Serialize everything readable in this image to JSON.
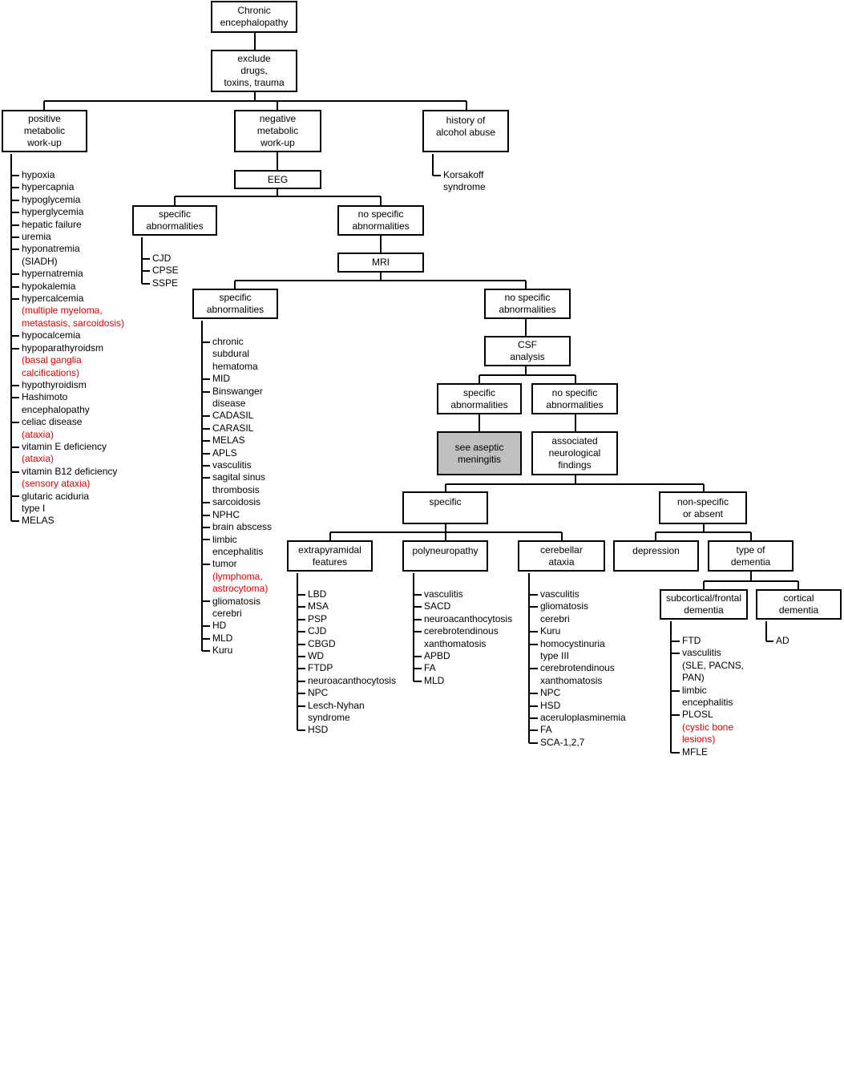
{
  "nodes": {
    "chronic": "Chronic\nencephalopathy",
    "exclude": "exclude\ndrugs,\ntoxins, trauma",
    "pos_metabolic": "positive\nmetabolic\nwork-up",
    "neg_metabolic": "negative\nmetabolic\nwork-up",
    "alcohol": "history of\nalcohol abuse",
    "eeg": "EEG",
    "eeg_specific": "specific\nabnormalities",
    "eeg_nonspecific": "no specific\nabnormalities",
    "mri": "MRI",
    "mri_specific": "specific\nabnormalities",
    "mri_nonspecific": "no specific\nabnormalities",
    "csf": "CSF\nanalysis",
    "csf_specific": "specific\nabnormalities",
    "csf_nonspecific": "no specific\nabnormalities",
    "aseptic": "see aseptic\nmeningitis",
    "assoc": "associated\nneurological\nfindings",
    "specific": "specific",
    "nonspecific_absent": "non-specific\nor absent",
    "extrapyramidal": "extrapyramidal\nfeatures",
    "polyneuropathy": "polyneuropathy",
    "cerebellar": "cerebellar\nataxia",
    "depression": "depression",
    "type_dementia": "type of\ndementia",
    "subcortical": "subcortical/frontal\ndementia",
    "cortical": "cortical\ndementia"
  },
  "lists": {
    "metabolic": [
      {
        "t": "hypoxia"
      },
      {
        "t": "hypercapnia"
      },
      {
        "t": "hypoglycemia"
      },
      {
        "t": "hyperglycemia"
      },
      {
        "t": "hepatic failure"
      },
      {
        "t": "uremia"
      },
      {
        "t": "hyponatremia"
      },
      {
        "t": "(SIADH)",
        "c": true
      },
      {
        "t": "hypernatremia"
      },
      {
        "t": "hypokalemia"
      },
      {
        "t": "hypercalcemia"
      },
      {
        "t": "(multiple myeloma,",
        "red": true,
        "c": true
      },
      {
        "t": "metastasis, sarcoidosis)",
        "red": true,
        "c": true
      },
      {
        "t": "hypocalcemia"
      },
      {
        "t": "hypoparathyroidsm"
      },
      {
        "t": "(basal ganglia",
        "red": true,
        "c": true
      },
      {
        "t": "calcifications)",
        "red": true,
        "c": true
      },
      {
        "t": "hypothyroidism"
      },
      {
        "t": "Hashimoto"
      },
      {
        "t": "encephalopathy",
        "c": true
      },
      {
        "t": "celiac disease"
      },
      {
        "t": "(ataxia)",
        "red": true,
        "c": true
      },
      {
        "t": "vitamin E deficiency"
      },
      {
        "t": "(ataxia)",
        "red": true,
        "c": true
      },
      {
        "t": "vitamin B12 deficiency"
      },
      {
        "t": "(sensory ataxia)",
        "red": true,
        "c": true
      },
      {
        "t": "glutaric aciduria"
      },
      {
        "t": "type I",
        "c": true
      },
      {
        "t": "MELAS"
      }
    ],
    "alcohol": [
      {
        "t": "Korsakoff"
      },
      {
        "t": "syndrome",
        "c": true
      }
    ],
    "eeg": [
      {
        "t": "CJD"
      },
      {
        "t": "CPSE"
      },
      {
        "t": "SSPE"
      }
    ],
    "mri": [
      {
        "t": "chronic"
      },
      {
        "t": "subdural",
        "c": true
      },
      {
        "t": "hematoma",
        "c": true
      },
      {
        "t": "MID"
      },
      {
        "t": "Binswanger"
      },
      {
        "t": "disease",
        "c": true
      },
      {
        "t": "CADASIL"
      },
      {
        "t": "CARASIL"
      },
      {
        "t": "MELAS"
      },
      {
        "t": "APLS"
      },
      {
        "t": "vasculitis"
      },
      {
        "t": "sagital sinus"
      },
      {
        "t": "thrombosis",
        "c": true
      },
      {
        "t": "sarcoidosis"
      },
      {
        "t": "NPHC"
      },
      {
        "t": "brain abscess"
      },
      {
        "t": "limbic"
      },
      {
        "t": "encephalitis",
        "c": true
      },
      {
        "t": "tumor"
      },
      {
        "t": "(lymphoma,",
        "red": true,
        "c": true
      },
      {
        "t": "astrocytoma)",
        "red": true,
        "c": true
      },
      {
        "t": "gliomatosis"
      },
      {
        "t": "cerebri",
        "c": true
      },
      {
        "t": "HD"
      },
      {
        "t": "MLD"
      },
      {
        "t": "Kuru"
      }
    ],
    "extrapyramidal": [
      {
        "t": "LBD"
      },
      {
        "t": "MSA"
      },
      {
        "t": "PSP"
      },
      {
        "t": "CJD"
      },
      {
        "t": "CBGD"
      },
      {
        "t": "WD"
      },
      {
        "t": "FTDP"
      },
      {
        "t": "neuroacanthocytosis"
      },
      {
        "t": "NPC"
      },
      {
        "t": "Lesch-Nyhan"
      },
      {
        "t": "syndrome",
        "c": true
      },
      {
        "t": "HSD"
      }
    ],
    "polyneuropathy": [
      {
        "t": "vasculitis"
      },
      {
        "t": "SACD"
      },
      {
        "t": "neuroacanthocytosis"
      },
      {
        "t": "cerebrotendinous"
      },
      {
        "t": "xanthomatosis",
        "c": true
      },
      {
        "t": "APBD"
      },
      {
        "t": "FA"
      },
      {
        "t": "MLD"
      }
    ],
    "cerebellar": [
      {
        "t": "vasculitis"
      },
      {
        "t": "gliomatosis"
      },
      {
        "t": "cerebri",
        "c": true
      },
      {
        "t": "Kuru"
      },
      {
        "t": "homocystinuria"
      },
      {
        "t": "type III",
        "c": true
      },
      {
        "t": "cerebrotendinous"
      },
      {
        "t": "xanthomatosis",
        "c": true
      },
      {
        "t": "NPC"
      },
      {
        "t": "HSD"
      },
      {
        "t": "aceruloplasminemia"
      },
      {
        "t": "FA"
      },
      {
        "t": "SCA-1,2,7"
      }
    ],
    "subcortical": [
      {
        "t": "FTD"
      },
      {
        "t": "vasculitis"
      },
      {
        "t": "(SLE, PACNS,",
        "c": true
      },
      {
        "t": "PAN)",
        "c": true
      },
      {
        "t": "limbic"
      },
      {
        "t": "encephalitis",
        "c": true
      },
      {
        "t": "PLOSL"
      },
      {
        "t": "(cystic bone",
        "red": true,
        "c": true
      },
      {
        "t": "lesions)",
        "red": true,
        "c": true
      },
      {
        "t": "MFLE"
      }
    ],
    "cortical": [
      {
        "t": "AD"
      }
    ]
  }
}
